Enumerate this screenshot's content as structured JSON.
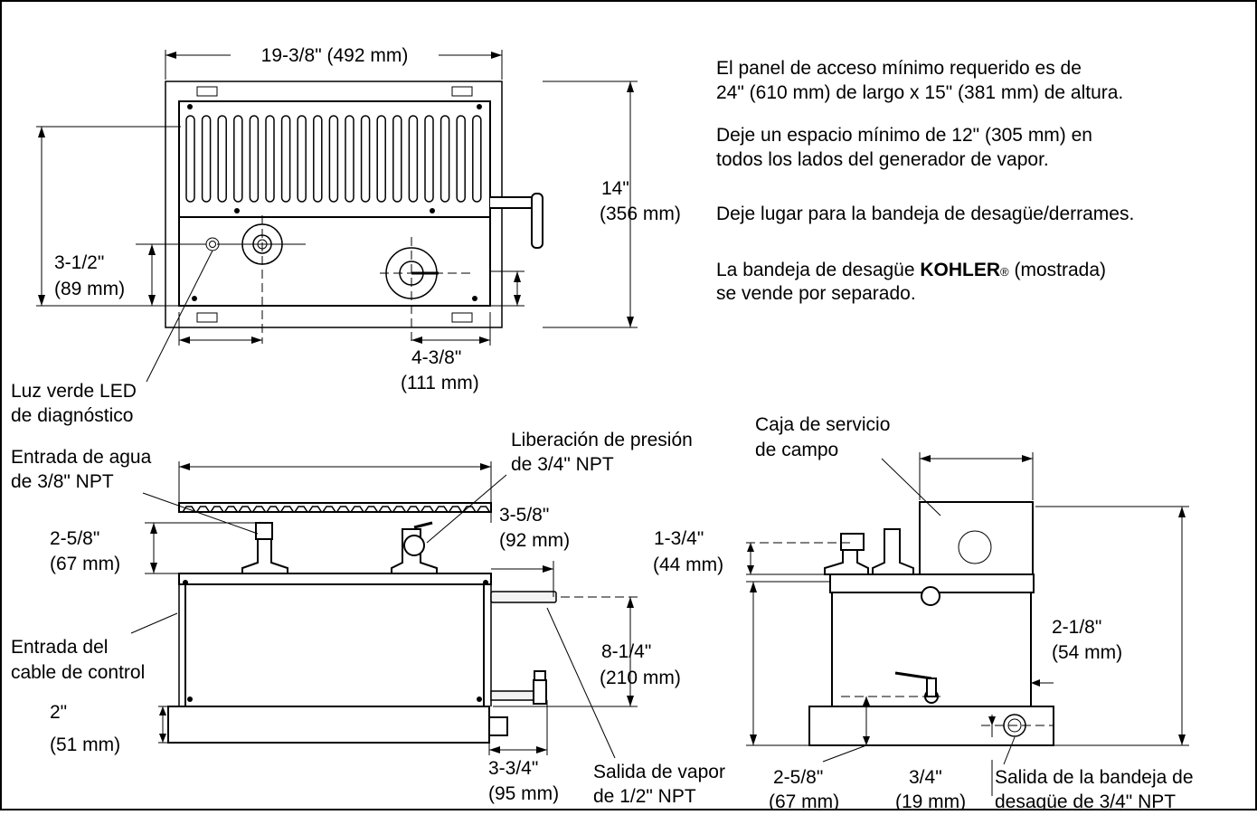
{
  "top_view": {
    "width_dim": "19-3/8\" (492 mm)",
    "height_dim": [
      "14\"",
      "(356 mm)"
    ],
    "left_dim": [
      "3-1/2\"",
      "(89 mm)"
    ],
    "bottom_dim": [
      "4-3/8\"",
      "(111 mm)"
    ],
    "led_label": [
      "Luz verde LED",
      "de diagnóstico"
    ]
  },
  "notes": {
    "access_panel": [
      "El panel de acceso mínimo requerido es de",
      "24\" (610 mm) de largo x 15\" (381 mm) de altura."
    ],
    "clearance": [
      "Deje un espacio mínimo de 12\" (305 mm) en",
      "todos los lados del generador de vapor."
    ],
    "drain_room": "Deje lugar para la bandeja de desagüe/derrames.",
    "drain_pan": {
      "prefix": "La bandeja de desagüe ",
      "brand": "KOHLER",
      "reg": "®",
      "suffix": " (mostrada)",
      "line2": "se vende por separado."
    }
  },
  "front_view": {
    "water_inlet": [
      "Entrada de agua",
      "de 3/8\" NPT"
    ],
    "pressure_relief": [
      "Liberación de presión",
      "de 3/4\" NPT"
    ],
    "dim_2_5_8": [
      "2-5/8\"",
      "(67 mm)"
    ],
    "dim_3_5_8": [
      "3-5/8\"",
      "(92 mm)"
    ],
    "control_cable": [
      "Entrada del",
      "cable de control"
    ],
    "dim_8_1_4": [
      "8-1/4\"",
      "(210 mm)"
    ],
    "dim_2": [
      "2\"",
      "(51 mm)"
    ],
    "dim_3_3_4": [
      "3-3/4\"",
      "(95 mm)"
    ],
    "steam_outlet": [
      "Salida de vapor",
      "de 1/2\" NPT"
    ]
  },
  "side_view": {
    "service_box": [
      "Caja de servicio",
      "de campo"
    ],
    "dim_1_3_4": [
      "1-3/4\"",
      "(44 mm)"
    ],
    "dim_2_1_8": [
      "2-1/8\"",
      "(54 mm)"
    ],
    "dim_2_5_8": [
      "2-5/8\"",
      "(67 mm)"
    ],
    "dim_3_4": [
      "3/4\"",
      "(19 mm)"
    ],
    "drain_outlet": [
      "Salida de la bandeja de",
      "desagüe de 3/4\" NPT"
    ]
  }
}
